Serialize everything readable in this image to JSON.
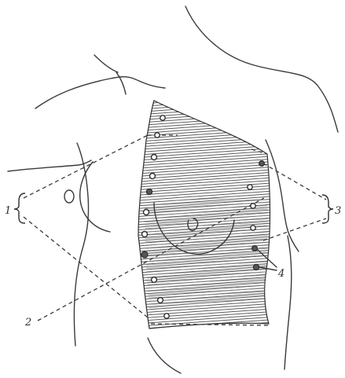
{
  "labels": {
    "one": "1",
    "two": "2",
    "three": "3",
    "four": "4"
  },
  "colors": {
    "ink": "#2e2e2e",
    "hatch": "#4a4a4a",
    "paper": "#ffffff"
  }
}
